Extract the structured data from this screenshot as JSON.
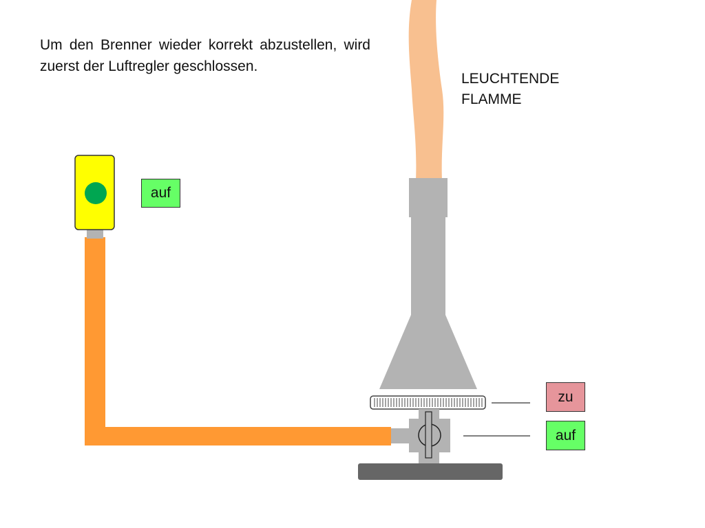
{
  "instruction": {
    "text": "Um den Brenner wieder korrekt abzustellen, wird zuerst der Luftregler geschlossen."
  },
  "flame": {
    "line1": "LEUCHTENDE",
    "line2": "FLAMME",
    "color": "#F8C090"
  },
  "gas_valve": {
    "state": "auf",
    "body_color": "#FFFF00",
    "indicator_color": "#00A651"
  },
  "burner": {
    "air_regulator": {
      "state": "zu",
      "tag_color": "#E6959B"
    },
    "gas_regulator": {
      "state": "auf",
      "tag_color": "#66FF66"
    }
  },
  "colors": {
    "hose": "#FF9933",
    "metal": "#B3B3B3",
    "base": "#666666",
    "open_tag": "#66FF66",
    "closed_tag": "#E6959B"
  }
}
